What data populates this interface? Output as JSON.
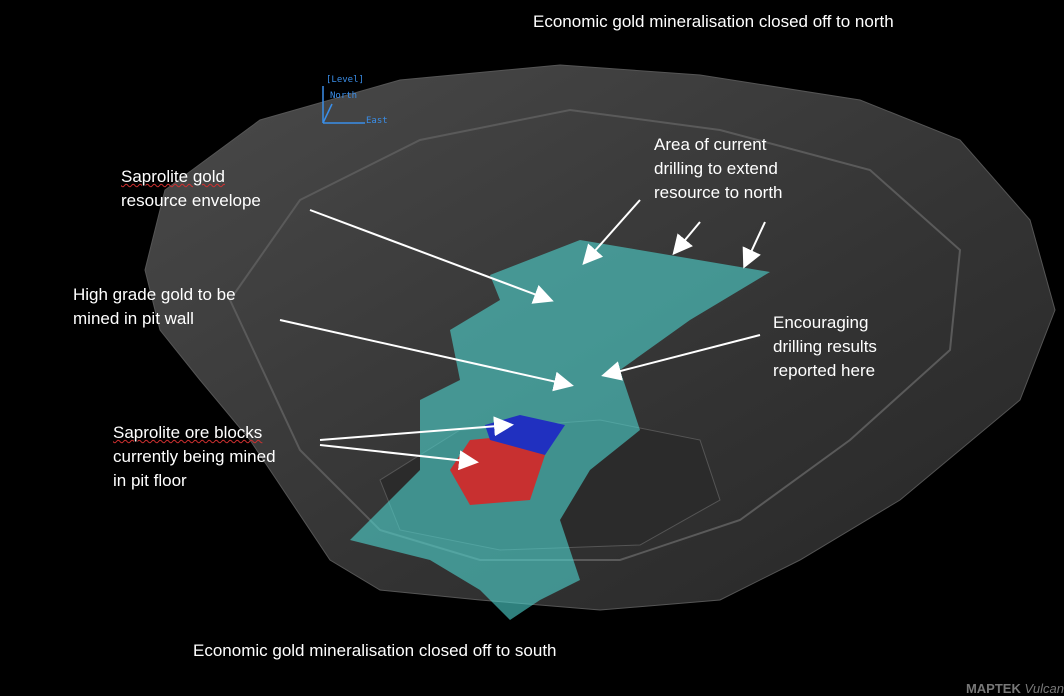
{
  "title_north": "Economic gold mineralisation  closed off to north",
  "title_south": "Economic gold mineralisation  closed off to south",
  "labels": {
    "envelope": [
      "Saprolite gold",
      "resource envelope"
    ],
    "drilling_north": [
      "Area of current",
      "drilling to extend",
      "resource to north"
    ],
    "high_grade": [
      "High grade gold to be",
      "mined in pit wall"
    ],
    "encouraging": [
      "Encouraging",
      "drilling results",
      "reported here"
    ],
    "ore_blocks": [
      "Saprolite ore blocks",
      "currently being mined",
      "in pit floor"
    ]
  },
  "axis_widget": {
    "level": "[Level]",
    "north": "North",
    "east": "East"
  },
  "logo": {
    "brand": "MAPTEK",
    "product": "Vulcan"
  },
  "colors": {
    "envelope": "#4fd6d0",
    "ore_red": "#c83030",
    "ore_blue": "#2030c0",
    "pit": "#3a3a3a",
    "axis": "#3a8ee8"
  }
}
